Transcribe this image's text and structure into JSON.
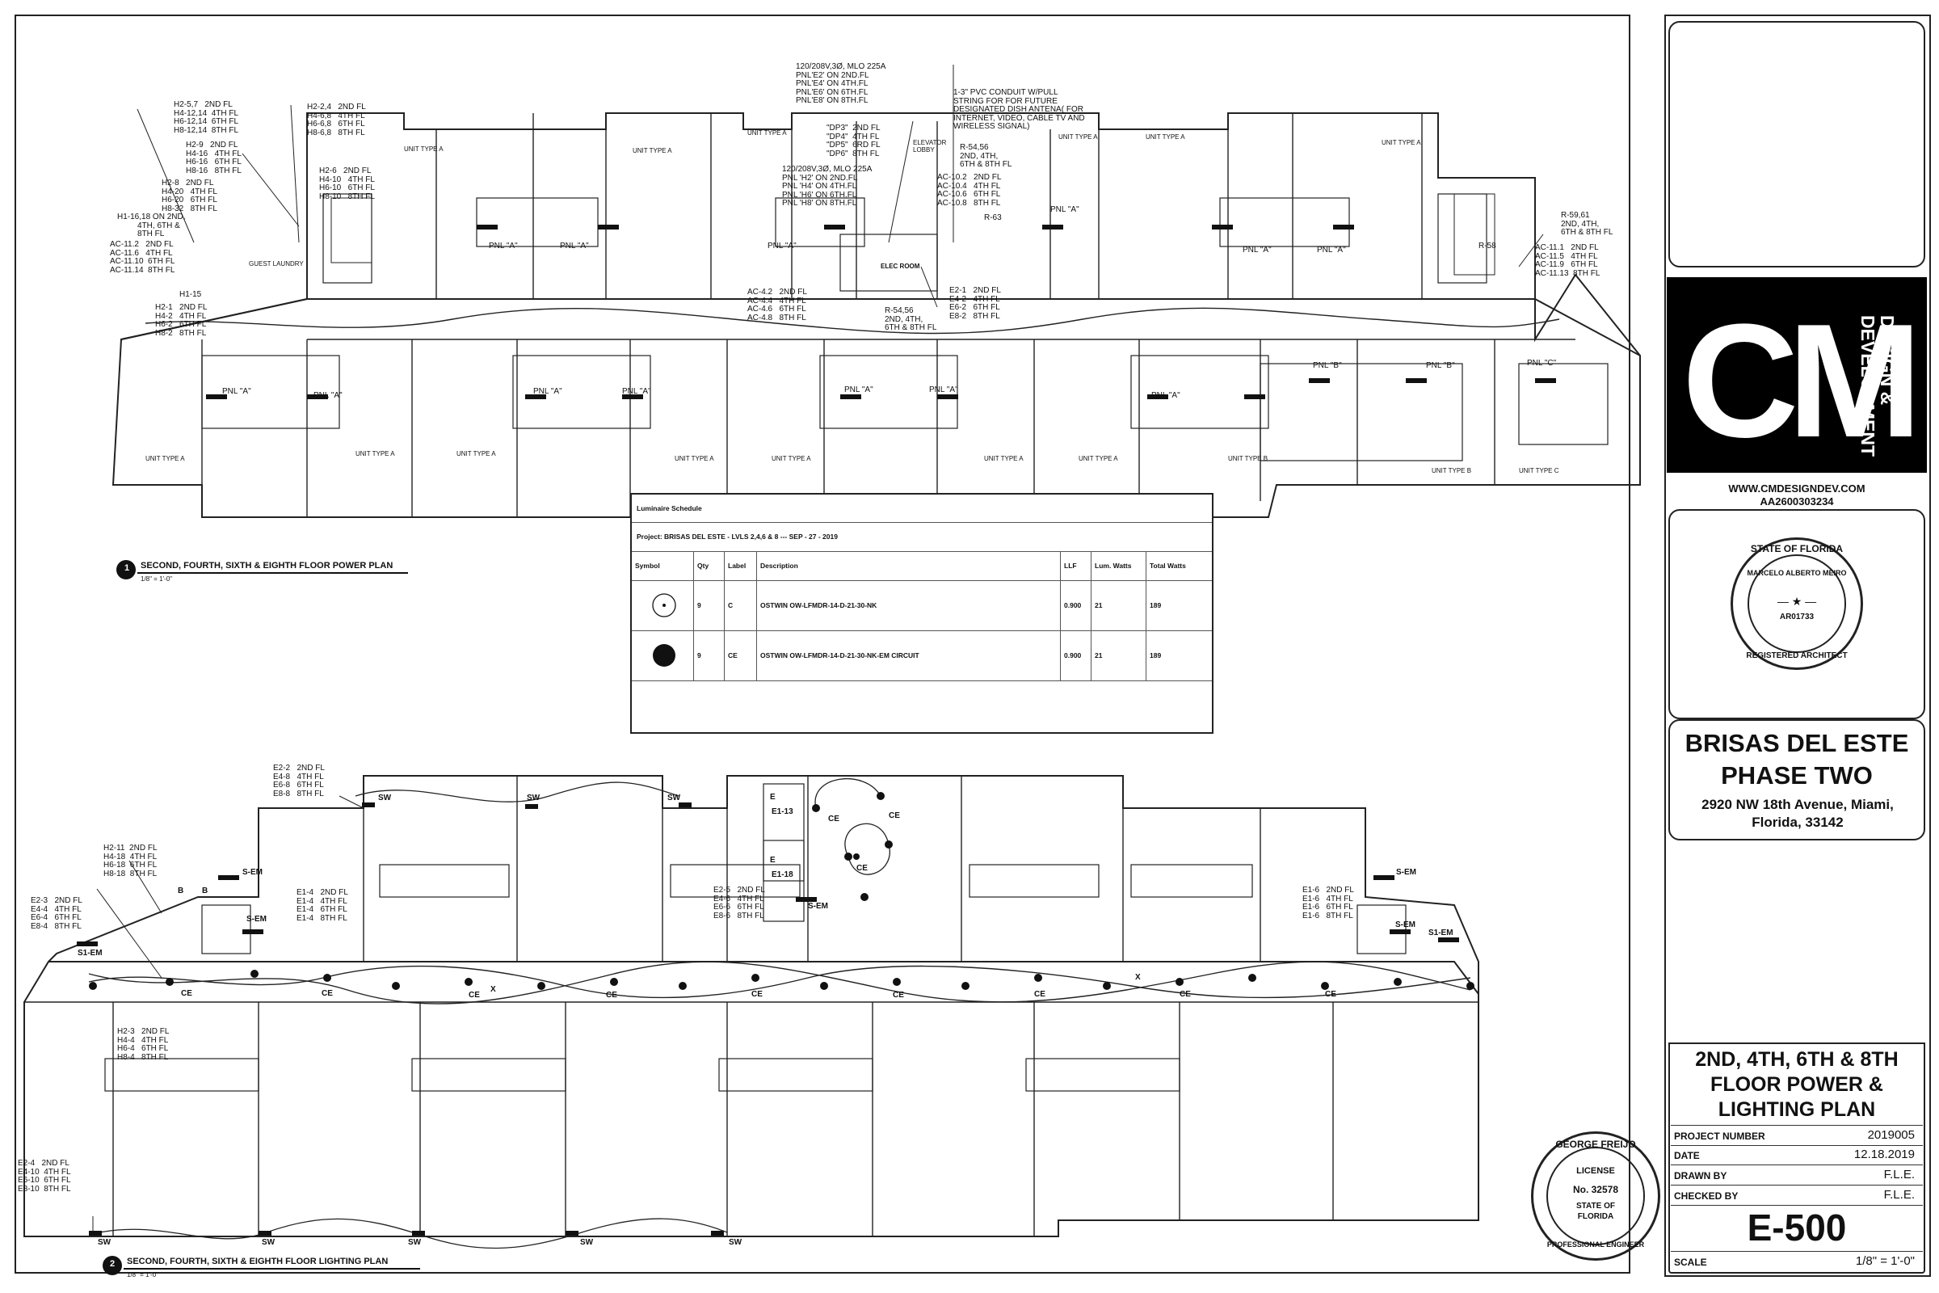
{
  "title_block": {
    "website": "WWW.CMDESIGNDEV.COM",
    "license": "AA2600303234",
    "logo_text": "CM",
    "logo_sub": "DESIGN & DEVELOPMENT",
    "seal_text_top": "STATE OF FLORIDA",
    "seal_name": "MARCELO ALBERTO MEIRO",
    "seal_number": "AR01733",
    "seal_text_bottom": "REGISTERED ARCHITECT",
    "project_name_1": "BRISAS DEL ESTE",
    "project_name_2": "PHASE TWO",
    "address_1": "2920 NW 18th Avenue, Miami,",
    "address_2": "Florida, 33142",
    "sheet_title_1": "2ND, 4TH, 6TH & 8TH",
    "sheet_title_2": "FLOOR POWER &",
    "sheet_title_3": "LIGHTING  PLAN",
    "project_number_label": "PROJECT NUMBER",
    "project_number": "2019005",
    "date_label": "DATE",
    "date": "12.18.2019",
    "drawn_by_label": "DRAWN BY",
    "drawn_by": "F.L.E.",
    "checked_by_label": "CHECKED BY",
    "checked_by": "F.L.E.",
    "sheet_number": "E-500",
    "scale_label": "SCALE",
    "scale": "1/8\" = 1'-0\""
  },
  "pe_seal": {
    "name": "GEORGE FREIJO",
    "license": "LICENSE",
    "number": "No. 32578",
    "state": "STATE OF",
    "state2": "FLORIDA",
    "title": "PROFESSIONAL ENGINEER"
  },
  "power_plan": {
    "title": "SECOND, FOURTH, SIXTH & EIGHTH FLOOR POWER PLAN",
    "number": "1",
    "scale": "1/8\" = 1'-0\"",
    "notes": {
      "n1": "H2-5,7   2ND FL\nH4-12,14  4TH FL\nH6-12,14  6TH FL\nH8-12,14  8TH FL",
      "n2": "H2-2,4   2ND FL\nH4-6,8   4TH FL\nH6-6,8   6TH FL\nH8-6,8   8TH FL",
      "n3": "H2-9   2ND FL\nH4-16   4TH FL\nH6-16   6TH FL\nH8-16   8TH FL",
      "n4": "H2-6   2ND FL\nH4-10   4TH FL\nH6-10   6TH FL\nH8-10   8TH FL",
      "n5": "H2-8   2ND FL\nH4-20   4TH FL\nH6-20   6TH FL\nH8-32   8TH FL",
      "n6": "H1-16,18 ON 2ND,\n         4TH, 6TH &\n         8TH FL",
      "n7": "AC-11.2   2ND FL\nAC-11.6   4TH FL\nAC-11.10  6TH FL\nAC-11.14  8TH FL",
      "n8": "H1-15",
      "n9": "H2-1   2ND FL\nH4-2   4TH FL\nH6-2   6TH FL\nH8-2   8TH FL",
      "panel": "120/208V,3Ø, MLO 225A\nPNL'E2' ON 2ND.FL\nPNL'E4' ON 4TH.FL\nPNL'E6' ON 6TH.FL\nPNL'E8' ON 8TH.FL",
      "conduit": "1-3\" PVC CONDUIT W/PULL\nSTRING FOR FOR FUTURE\nDESIGNATED DISH ANTENA( FOR\nINTERNET, VIDEO, CABLE TV AND\nWIRELESS SIGNAL)",
      "dp": "\"DP3\"  2ND FL\n\"DP4\"  4TH FL\n\"DP5\"  6RD FL\n\"DP6\"  8TH FL",
      "panel2": "120/208V,3Ø, MLO 225A\nPNL 'H2' ON 2ND.FL\nPNL 'H4' ON 4TH.FL\nPNL 'H6' ON 6TH.FL\nPNL 'H8' ON 8TH.FL",
      "r5456": "R-54,56\n2ND, 4TH,\n6TH & 8TH FL",
      "ac10": "AC-10.2   2ND FL\nAC-10.4   4TH FL\nAC-10.6   6TH FL\nAC-10.8   8TH FL",
      "r63": "R-63",
      "e2": "E2-1   2ND FL\nE4-2   4TH FL\nE6-2   6TH FL\nE8-2   8TH FL",
      "ac4": "AC-4.2   2ND FL\nAC-4.4   4TH FL\nAC-4.6   6TH FL\nAC-4.8   8TH FL",
      "r5456b": "R-54,56\n2ND, 4TH,\n6TH & 8TH FL",
      "r5961": "R-59,61\n2ND, 4TH,\n6TH & 8TH FL",
      "r58": "R-58",
      "ac11": "AC-11.1   2ND FL\nAC-11.5   4TH FL\nAC-11.9   6TH FL\nAC-11.13  8TH FL"
    },
    "labels": {
      "pnl_a": "PNL \"A\"",
      "pnl_b": "PNL \"B\"",
      "pnl_c": "PNL \"C\"",
      "unit_a": "UNIT TYPE A",
      "unit_b": "UNIT TYPE B",
      "unit_c": "UNIT TYPE C",
      "elec_room": "ELEC ROOM",
      "elevator": "ELEVATOR LOBBY",
      "guest_laundry": "GUEST LAUNDRY"
    }
  },
  "lighting_plan": {
    "title": "SECOND, FOURTH, SIXTH & EIGHTH FLOOR LIGHTING PLAN",
    "number": "2",
    "scale": "1/8\" = 1'-0\"",
    "notes": {
      "e22": "E2-2   2ND FL\nE4-8   4TH FL\nE6-8   6TH FL\nE8-8   8TH FL",
      "h211": "H2-11  2ND FL\nH4-18  4TH FL\nH6-18  6TH FL\nH8-18  8TH FL",
      "e23": "E2-3   2ND FL\nE4-4   4TH FL\nE6-4   6TH FL\nE8-4   8TH FL",
      "e14": "E1-4   2ND FL\nE1-4   4TH FL\nE1-4   6TH FL\nE1-4   8TH FL",
      "e25": "E2-5   2ND FL\nE4-6   4TH FL\nE6-6   6TH FL\nE8-6   8TH FL",
      "e16": "E1-6   2ND FL\nE1-6   4TH FL\nE1-6   6TH FL\nE1-6   8TH FL",
      "h23": "H2-3   2ND FL\nH4-4   4TH FL\nH6-4   6TH FL\nH8-4   8TH FL",
      "e24": "E2-4   2ND FL\nE4-10  4TH FL\nE6-10  6TH FL\nE8-10  8TH FL"
    },
    "labels": {
      "ce": "CE",
      "sw": "SW",
      "sem": "S-EM",
      "s1em": "S1-EM",
      "b": "B",
      "x": "X",
      "e113": "E1-13",
      "e118": "E1-18",
      "e": "E"
    }
  },
  "luminaire_schedule": {
    "title": "Luminaire Schedule",
    "project": "Project: BRISAS DEL ESTE - LVLS 2,4,6 & 8 --- SEP - 27 - 2019",
    "headers": [
      "Symbol",
      "Qty",
      "Label",
      "Description",
      "LLF",
      "Lum. Watts",
      "Total Watts"
    ],
    "rows": [
      {
        "qty": "9",
        "label": "C",
        "description": "OSTWIN   OW-LFMDR-14-D-21-30-NK",
        "llf": "0.900",
        "lum_watts": "21",
        "total_watts": "189"
      },
      {
        "qty": "9",
        "label": "CE",
        "description": "OSTWIN   OW-LFMDR-14-D-21-30-NK-EM CIRCUIT",
        "llf": "0.900",
        "lum_watts": "21",
        "total_watts": "189"
      }
    ]
  },
  "colors": {
    "ink": "#111111",
    "logo_bg": "#000000",
    "logo_fg": "#ffffff"
  }
}
